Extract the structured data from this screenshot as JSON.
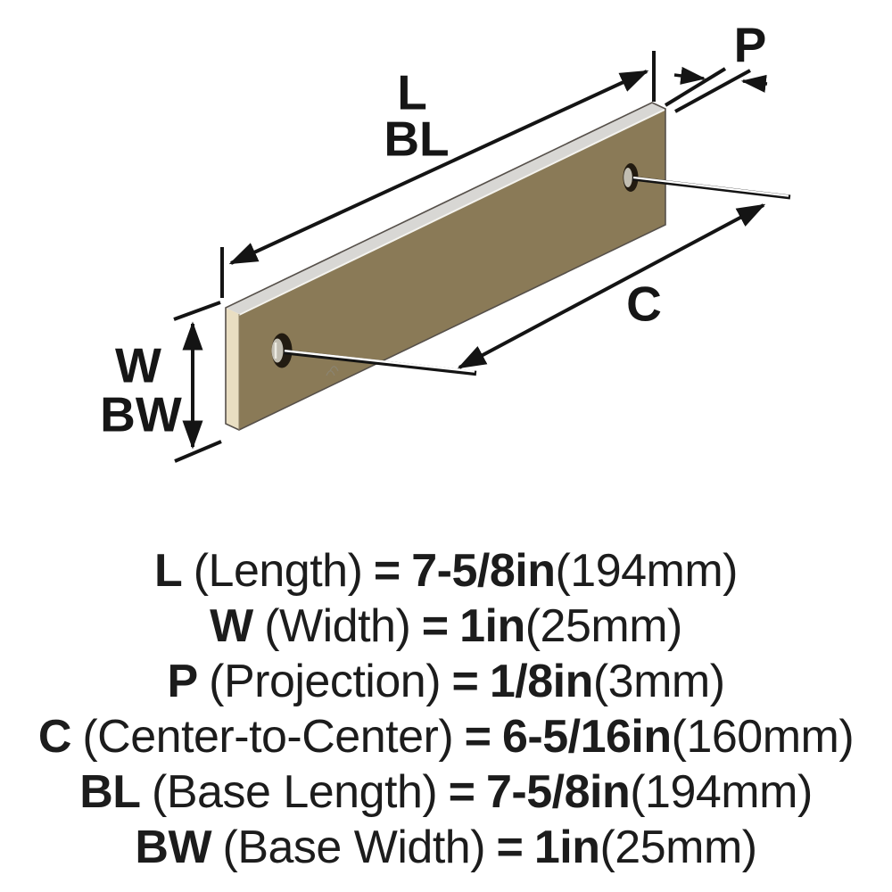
{
  "diagram": {
    "labels": {
      "L": "L",
      "BL": "BL",
      "P": "P",
      "C": "C",
      "W": "W",
      "BW": "BW"
    },
    "colors": {
      "plate_face": "#8a7a57",
      "plate_edge": "#e9dec2",
      "plate_top": "#d8d7d4",
      "plate_outline": "#56504a",
      "hole": "#221b11",
      "screw_head": "#c2beb2",
      "screw_shaft_core": "#ffffff",
      "line": "#141414"
    }
  },
  "specs": [
    {
      "code": "L",
      "label": "(Length)",
      "eq": "=",
      "imperial": "7-5/8in",
      "metric": "(194mm)"
    },
    {
      "code": "W",
      "label": "(Width)",
      "eq": "=",
      "imperial": "1in",
      "metric": "(25mm)"
    },
    {
      "code": "P",
      "label": "(Projection)",
      "eq": "=",
      "imperial": "1/8in",
      "metric": "(3mm)"
    },
    {
      "code": "C",
      "label": "(Center-to-Center)",
      "eq": "=",
      "imperial": "6-5/16in",
      "metric": "(160mm)"
    },
    {
      "code": "BL",
      "label": "(Base Length)",
      "eq": "=",
      "imperial": "7-5/8in",
      "metric": "(194mm)"
    },
    {
      "code": "BW",
      "label": "(Base Width)",
      "eq": "=",
      "imperial": "1in",
      "metric": "(25mm)"
    }
  ]
}
